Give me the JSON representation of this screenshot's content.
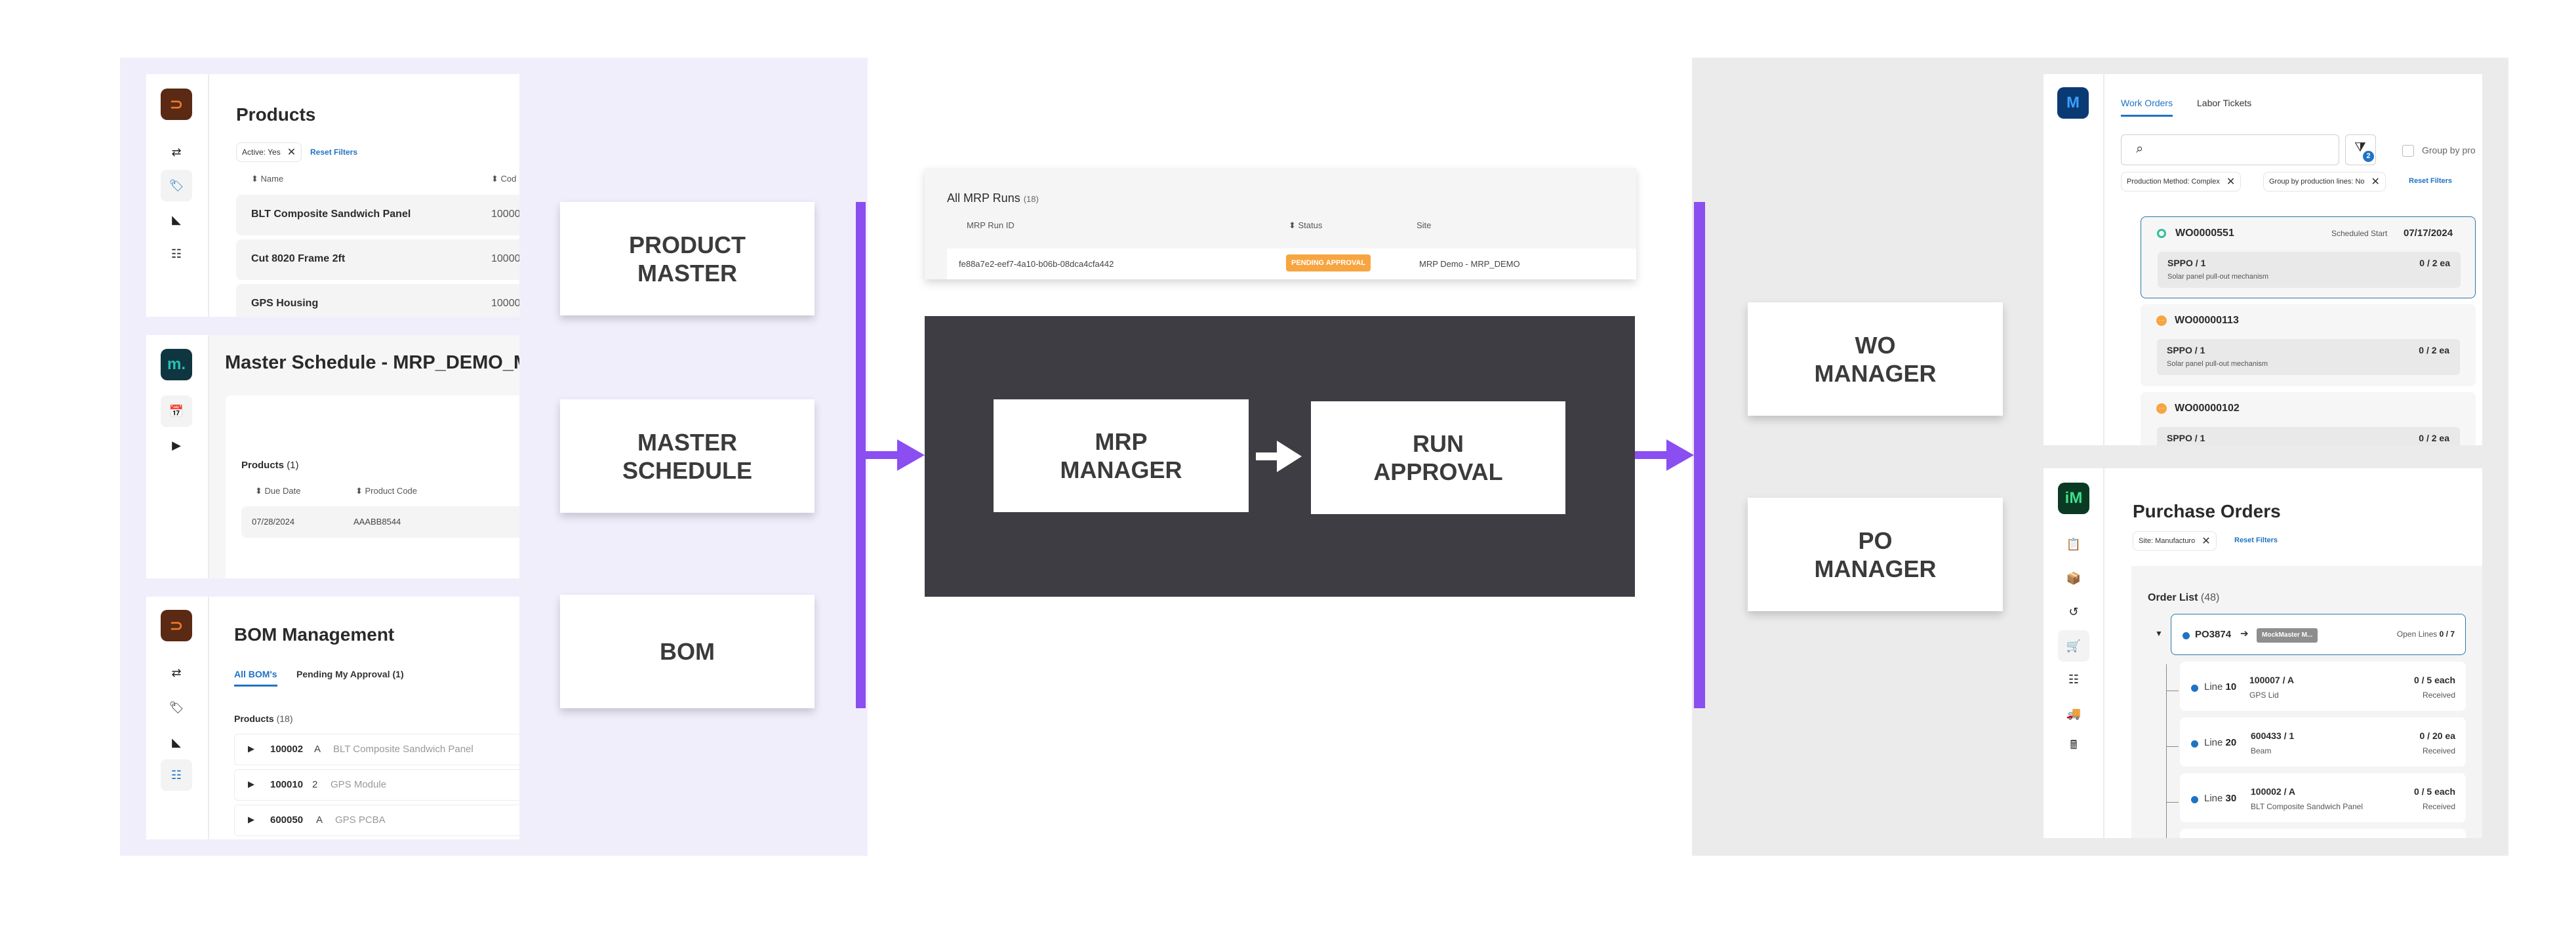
{
  "colors": {
    "accent_purple": "#8b4ef0",
    "left_panel": "#f1eefc",
    "right_panel": "#ebebeb",
    "dark_box": "#3e3d44",
    "link_blue": "#1f73c4",
    "pending_orange": "#f7a541"
  },
  "product_master": {
    "title": "Products",
    "filter_chip": "Active:  Yes",
    "reset_filters": "Reset Filters",
    "columns": [
      "Name",
      "Cod"
    ],
    "rows": [
      {
        "name": "BLT Composite Sandwich Panel",
        "code": "10000"
      },
      {
        "name": "Cut 8020 Frame 2ft",
        "code": "10000"
      },
      {
        "name": "GPS Housing",
        "code": "10000"
      }
    ],
    "sidebar_icons": [
      "users-swap-icon",
      "tag-icon",
      "ruler-triangle-icon",
      "bom-tree-icon"
    ]
  },
  "master_schedule": {
    "title": "Master Schedule - MRP_DEMO_MA",
    "products_label": "Products",
    "products_count": "(1)",
    "columns": [
      "Due Date",
      "Product Code"
    ],
    "rows": [
      {
        "due_date": "07/28/2024",
        "product_code": "AAABB8544"
      }
    ],
    "sidebar_icons": [
      "calendar-clock-icon",
      "play-icon"
    ]
  },
  "bom": {
    "title": "BOM Management",
    "tabs": [
      "All BOM's",
      "Pending My Approval (1)"
    ],
    "products_label": "Products",
    "products_count": "(18)",
    "rows": [
      {
        "code": "100002",
        "rev": "A",
        "desc": "BLT Composite Sandwich Panel"
      },
      {
        "code": "100010",
        "rev": "2",
        "desc": "GPS Module"
      },
      {
        "code": "600050",
        "rev": "A",
        "desc": "GPS PCBA"
      }
    ]
  },
  "labels": {
    "product_master": "PRODUCT\nMASTER",
    "master_schedule": "MASTER\nSCHEDULE",
    "bom": "BOM",
    "mrp_manager": "MRP\nMANAGER",
    "run_approval": "RUN\nAPPROVAL",
    "wo_manager": "WO\nMANAGER",
    "po_manager": "PO\nMANAGER"
  },
  "mrp_runs": {
    "title": "All MRP Runs",
    "count": "(18)",
    "columns": [
      "MRP Run ID",
      "Status",
      "Site"
    ],
    "rows": [
      {
        "id": "fe88a7e2-eef7-4a10-b06b-08dca4cfa442",
        "status": "PENDING APPROVAL",
        "site": "MRP Demo - MRP_DEMO"
      }
    ]
  },
  "work_orders": {
    "tabs": [
      "Work Orders",
      "Labor Tickets"
    ],
    "search_placeholder": "",
    "filter_badge": "2",
    "group_checkbox_label": "Group by pro",
    "chips": [
      "Production Method:  Complex",
      "Group by production lines:  No"
    ],
    "reset_filters": "Reset Filters",
    "scheduled_start_label": "Scheduled Start",
    "items": [
      {
        "wo": "WO0000551",
        "status": "open",
        "scheduled_start": "07/17/2024",
        "part": "SPPO / 1",
        "qty": "0 / 2 ea",
        "desc": "Solar panel pull-out mechanism"
      },
      {
        "wo": "WO00000113",
        "status": "pending",
        "part": "SPPO / 1",
        "qty": "0 / 2 ea",
        "desc": "Solar panel pull-out mechanism"
      },
      {
        "wo": "WO00000102",
        "status": "pending",
        "part": "SPPO / 1",
        "qty": "0 / 2 ea"
      }
    ]
  },
  "purchase_orders": {
    "title": "Purchase Orders",
    "filter_chip": "Site:  Manufacturo",
    "reset_filters": "Reset Filters",
    "order_list_label": "Order List",
    "order_list_count": "(48)",
    "po": {
      "number": "PO3874",
      "vendor": "MockMaster M...",
      "open_lines_label": "Open Lines",
      "open_lines": "0 / 7"
    },
    "lines": [
      {
        "line_label": "Line",
        "line": "10",
        "part": "100007 / A",
        "desc": "GPS Lid",
        "qty": "0 / 5 each",
        "status": "Received"
      },
      {
        "line_label": "Line",
        "line": "20",
        "part": "600433 / 1",
        "desc": "Beam",
        "qty": "0 / 20 ea",
        "status": "Received"
      },
      {
        "line_label": "Line",
        "line": "30",
        "part": "100002 / A",
        "desc": "BLT Composite Sandwich Panel",
        "qty": "0 / 5 each",
        "status": "Received"
      }
    ],
    "sidebar_icons": [
      "clipboard-search-icon",
      "box-search-icon",
      "history-icon",
      "cart-add-icon",
      "pallet-icon",
      "building-truck-icon",
      "calculator-icon"
    ]
  }
}
